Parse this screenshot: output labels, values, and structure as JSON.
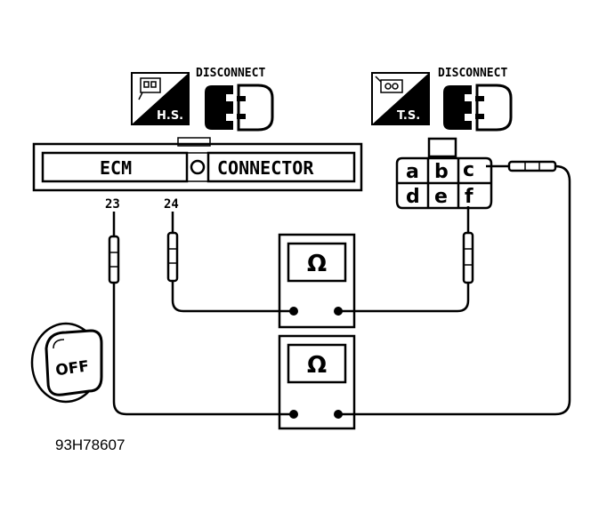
{
  "labels": {
    "disconnect_left": "DISCONNECT",
    "disconnect_right": "DISCONNECT",
    "hs": "H.S.",
    "ts": "T.S.",
    "ecm": "ECM",
    "connector": "CONNECTOR",
    "pin_23": "23",
    "pin_24": "24",
    "pins": [
      "a",
      "b",
      "c",
      "d",
      "e",
      "f"
    ],
    "ohm_top": "Ω",
    "ohm_bottom": "Ω",
    "ignition": "OFF",
    "figure_id": "93H78607"
  },
  "icons": {
    "harness_side": "connector-harness-side-icon",
    "terminal_side": "connector-terminal-side-icon",
    "plug": "plug-connector-icon",
    "ignition_key": "ignition-key-icon",
    "ohmmeter": "ohmmeter-icon"
  }
}
